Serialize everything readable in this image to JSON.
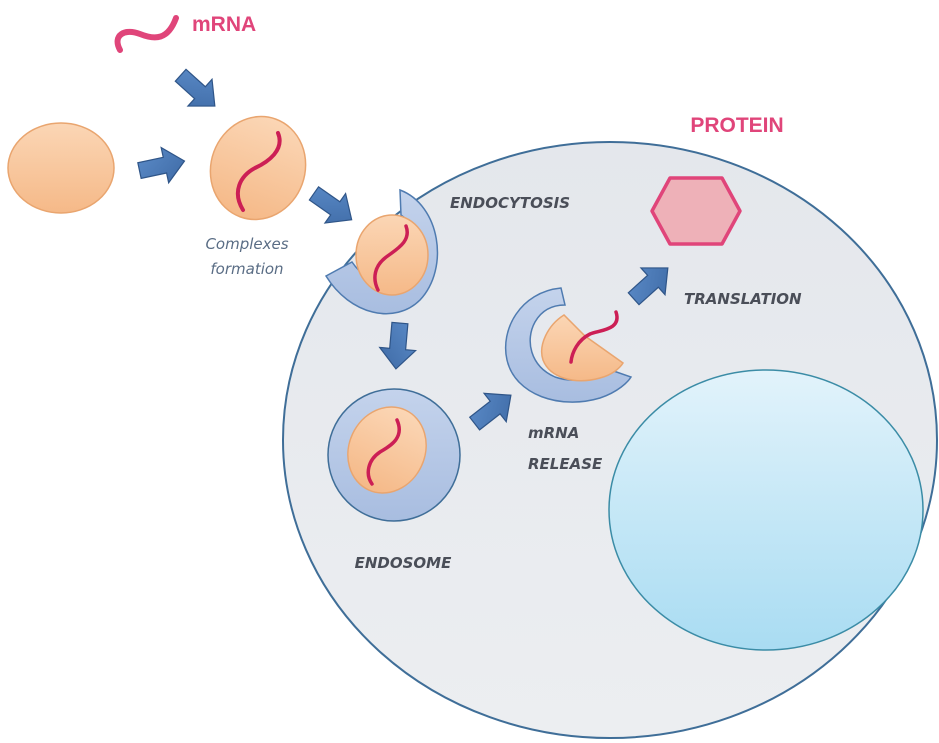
{
  "title": "mRNA delivery and translation pathway",
  "labels": {
    "mrna": "mRNA",
    "complexes_line1": "Complexes",
    "complexes_line2": "formation",
    "endocytosis": "ENDOCYTOSIS",
    "endosome": "ENDOSOME",
    "mrna_release_line1": "mRNA",
    "mrna_release_line2": "RELEASE",
    "translation": "TRANSLATION",
    "protein": "PROTEIN"
  },
  "colors": {
    "mrna_strand": "#e0457a",
    "particle_fill": "#f8c89e",
    "arrow": "#4a78b5",
    "cell_fill": "#e9ebef",
    "cell_border": "#3f6e98",
    "nucleus_fill": "#bfe6f5",
    "endosome_fill": "#b8c9e6",
    "protein_fill": "#eeb1b8",
    "protein_border": "#e0457a"
  },
  "steps": [
    "mRNA",
    "Complexes formation",
    "ENDOCYTOSIS",
    "ENDOSOME",
    "mRNA RELEASE",
    "TRANSLATION",
    "PROTEIN"
  ]
}
